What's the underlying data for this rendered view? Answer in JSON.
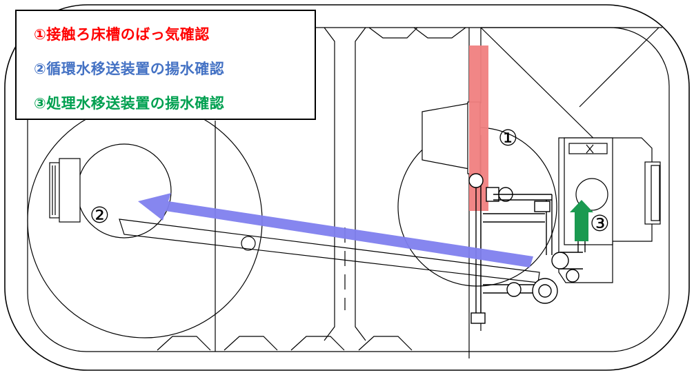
{
  "legend": {
    "items": [
      {
        "text": "①接触ろ床槽のばっ気確認",
        "color": "#ff0000"
      },
      {
        "text": "②循環水移送装置の揚水確認",
        "color": "#4472c4"
      },
      {
        "text": "③処理水移送装置の揚水確認",
        "color": "#00a050"
      }
    ]
  },
  "markers": {
    "m1": "①",
    "m2": "②",
    "m3": "③"
  },
  "colors": {
    "aeration_bar": "#f08080",
    "circulation_arrow": "#8080ee",
    "treated_arrow": "#1a9a50",
    "outline": "#000000"
  }
}
